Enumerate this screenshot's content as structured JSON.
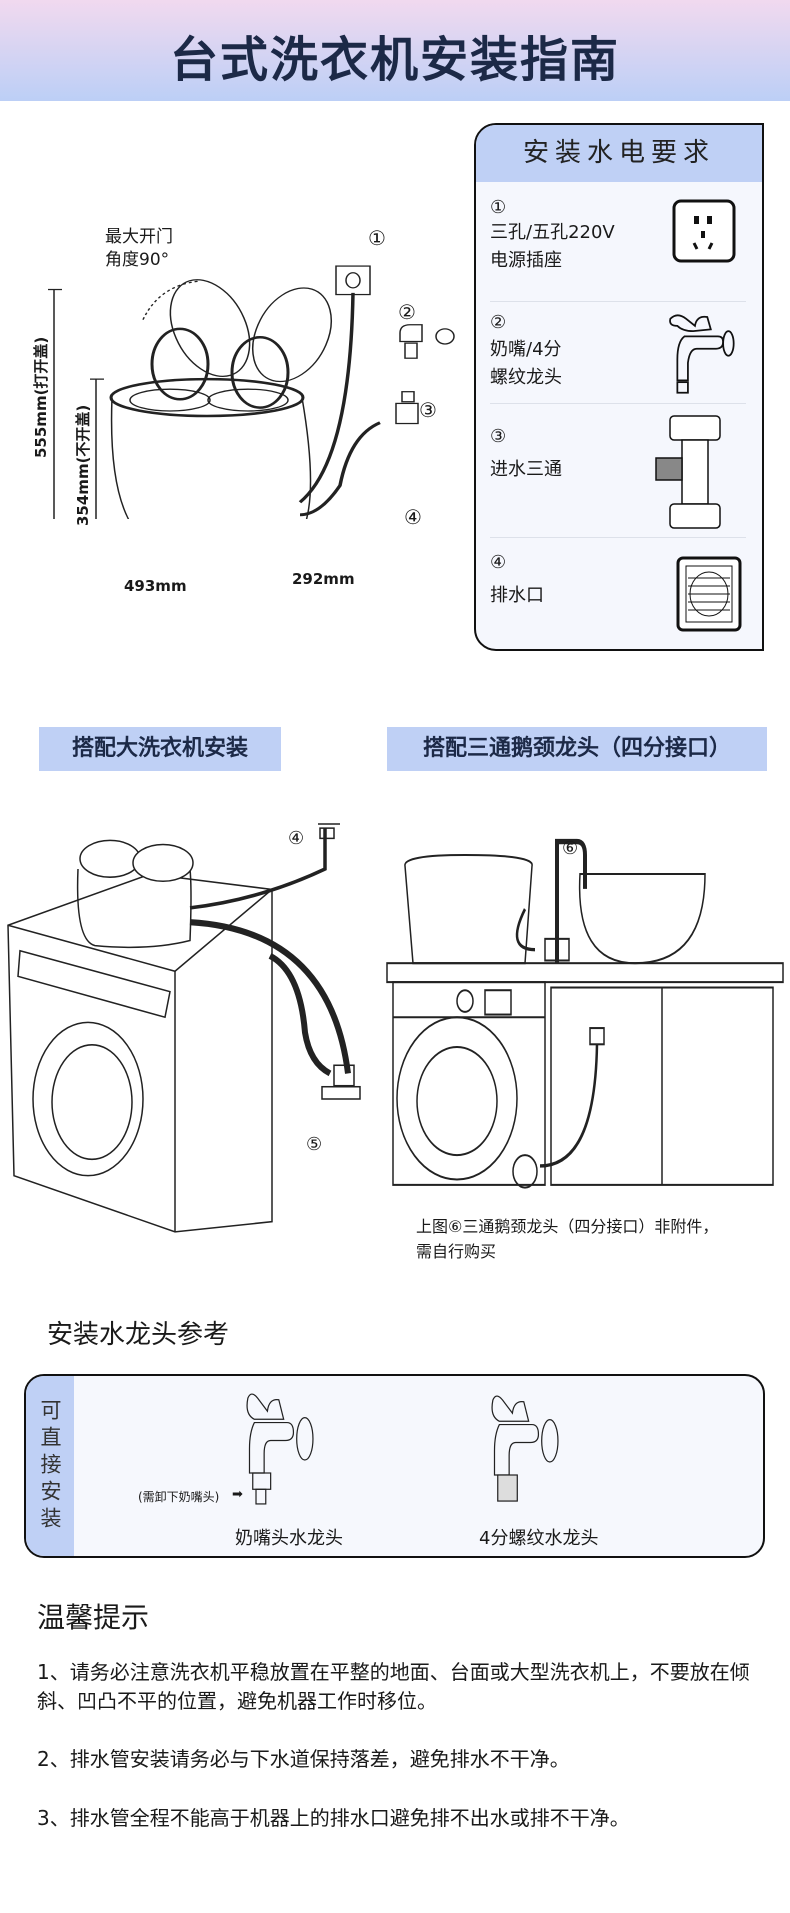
{
  "header": {
    "title": "台式洗衣机安装指南"
  },
  "diagram": {
    "door_angle": "最大开门\n角度90°",
    "height_open": "555mm(打开盖)",
    "height_closed": "354mm(不开盖)",
    "width": "493mm",
    "depth": "292mm",
    "markers": [
      "①",
      "②",
      "③",
      "④"
    ]
  },
  "requirements": {
    "title": "安装水电要求",
    "items": [
      {
        "num": "①",
        "label": "三孔/五孔220V\n电源插座"
      },
      {
        "num": "②",
        "label": "奶嘴/4分\n螺纹龙头"
      },
      {
        "num": "③",
        "label": "进水三通"
      },
      {
        "num": "④",
        "label": "排水口"
      }
    ]
  },
  "install": {
    "left_title": "搭配大洗衣机安装",
    "right_title": "搭配三通鹅颈龙头（四分接口）",
    "left_markers": [
      "④",
      "⑤"
    ],
    "right_marker": "⑥",
    "note": "上图⑥三通鹅颈龙头（四分接口）非附件，\n需自行购买"
  },
  "faucet_ref": {
    "title": "安装水龙头参考",
    "strip": "可直接安装",
    "items": [
      {
        "label": "奶嘴头水龙头",
        "hint": "(需卸下奶嘴头)"
      },
      {
        "label": "4分螺纹水龙头"
      }
    ]
  },
  "tips": {
    "title": "温馨提示",
    "items": [
      "1、请务必注意洗衣机平稳放置在平整的地面、台面或大型洗衣机上，不要放在倾斜、凹凸不平的位置，避免机器工作时移位。",
      "2、排水管安装请务必与下水道保持落差，避免排水不干净。",
      "3、排水管全程不能高于机器上的排水口避免排不出水或排不干净。"
    ]
  }
}
